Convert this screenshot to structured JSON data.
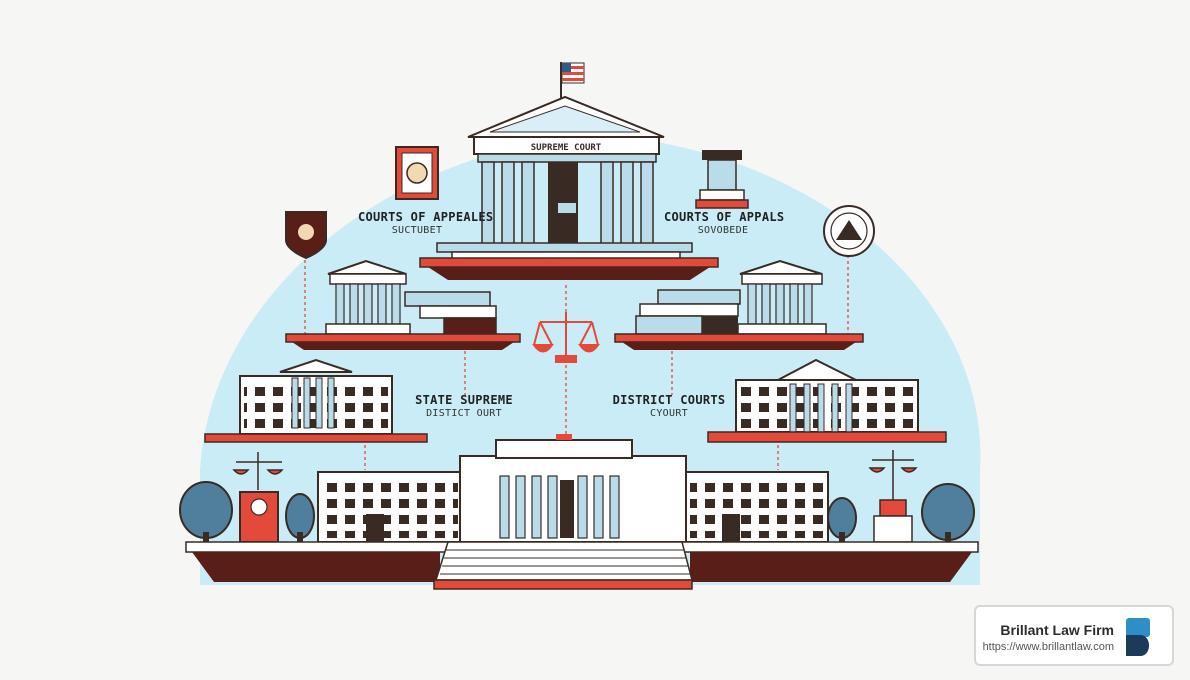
{
  "diagram": {
    "top_court": {
      "pediment_label": "SUPREME COURT"
    },
    "upper_left": {
      "label": "COURTS OF APPEALES",
      "sublabel": "SUCTUBET"
    },
    "upper_right": {
      "label": "COURTS OF APPALS",
      "sublabel": "SOVOBEDE"
    },
    "middle_left": {
      "label": "STATE SUPREME",
      "sublabel": "DISTICT OURT"
    },
    "middle_right": {
      "label": "DISTRICT COURTS",
      "sublabel": "CYOURT"
    },
    "colors": {
      "sky": "#c9ecf7",
      "ledge": "#e34a3a",
      "ledge_dark": "#5a1e18",
      "building": "#ffffff",
      "column": "#b9dcea",
      "outline": "#3a2a24",
      "tree": "#4f7f9c"
    }
  },
  "branding": {
    "name": "Brillant Law Firm",
    "url": "https://www.brillantlaw.com",
    "logo_icon": "b-monogram-icon",
    "logo_colors": [
      "#2e8fc6",
      "#1b3a5c"
    ]
  }
}
